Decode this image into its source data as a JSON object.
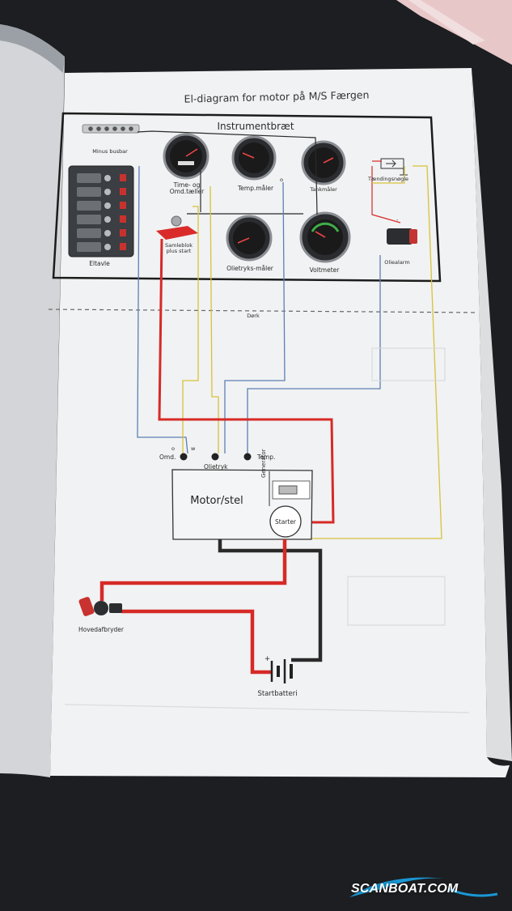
{
  "diagram": {
    "title": "El-diagram for motor på M/S Færgen",
    "panel_title": "Instrumentbræt",
    "deck_label": "Dørk",
    "labels": {
      "minus_busbar": "Minus busbar",
      "eltavle": "Eltavle",
      "tach": "Time- og\nOmd.tæller",
      "temp_gauge": "Temp.måler",
      "tank_gauge": "Tankmåler",
      "ignition": "Tændingsnøgle",
      "samleblok": "Samleblok\nplus start",
      "oil_gauge": "Olietryks-måler",
      "voltmeter": "Voltmeter",
      "oil_alarm": "Oliealarm",
      "omd": "Omd.",
      "oil_pressure": "Olietryk",
      "temp": "Temp.",
      "motor": "Motor/stel",
      "generator": "Generator",
      "starter": "Starter",
      "main_switch": "Hovedafbryder",
      "battery": "Startbatteri",
      "plus": "+",
      "minus": "-",
      "o": "o",
      "w": "w"
    },
    "wire_colors": {
      "plus": "#d62a27",
      "ground": "#2a2a2a",
      "signal_blue": "#5b7fb4",
      "signal_yellow": "#d8c23a"
    }
  },
  "watermark": "SCANBOAT.COM"
}
